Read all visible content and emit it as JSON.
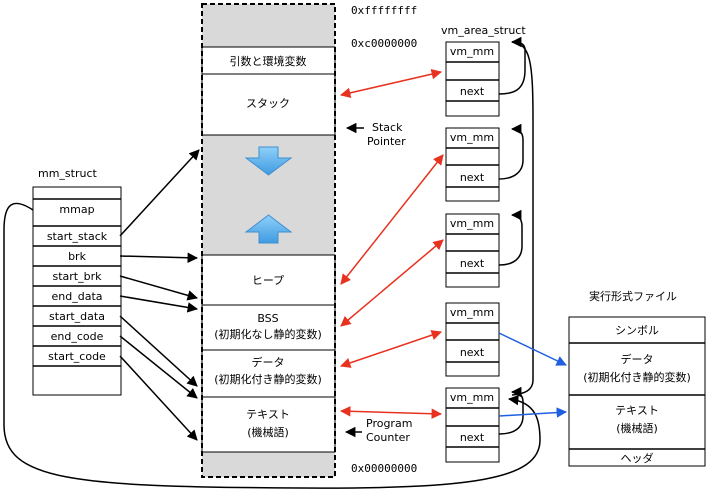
{
  "addresses": {
    "top": "0xffffffff",
    "kernel": "0xc0000000",
    "bottom": "0x00000000"
  },
  "memory": {
    "env": "引数と環境変数",
    "stack": "スタック",
    "heap": "ヒープ",
    "bss_1": "BSS",
    "bss_2": "(初期化なし静的変数)",
    "data_1": "データ",
    "data_2": "(初期化付き静的変数)",
    "text_1": "テキスト",
    "text_2": "(機械語)"
  },
  "pointers": {
    "stack_pointer_1": "Stack",
    "stack_pointer_2": "Pointer",
    "program_counter_1": "Program",
    "program_counter_2": "Counter"
  },
  "mm_struct": {
    "title": "mm_struct",
    "fields": [
      "mmap",
      "start_stack",
      "brk",
      "start_brk",
      "end_data",
      "start_data",
      "end_code",
      "start_code"
    ]
  },
  "vm_area": {
    "title": "vm_area_struct",
    "vm_mm": "vm_mm",
    "next": "next"
  },
  "exec_file": {
    "title": "実行形式ファイル",
    "symbol": "シンボル",
    "data_1": "データ",
    "data_2": "(初期化付き静的変数)",
    "text_1": "テキスト",
    "text_2": "(機械語)",
    "header": "ヘッダ"
  },
  "colors": {
    "arrow_black": "#000000",
    "arrow_red": "#e8321f",
    "arrow_blue": "#1f5fe0",
    "memory_gray": "#d9d9d9",
    "growth_arrow": "#5fb4ee"
  }
}
